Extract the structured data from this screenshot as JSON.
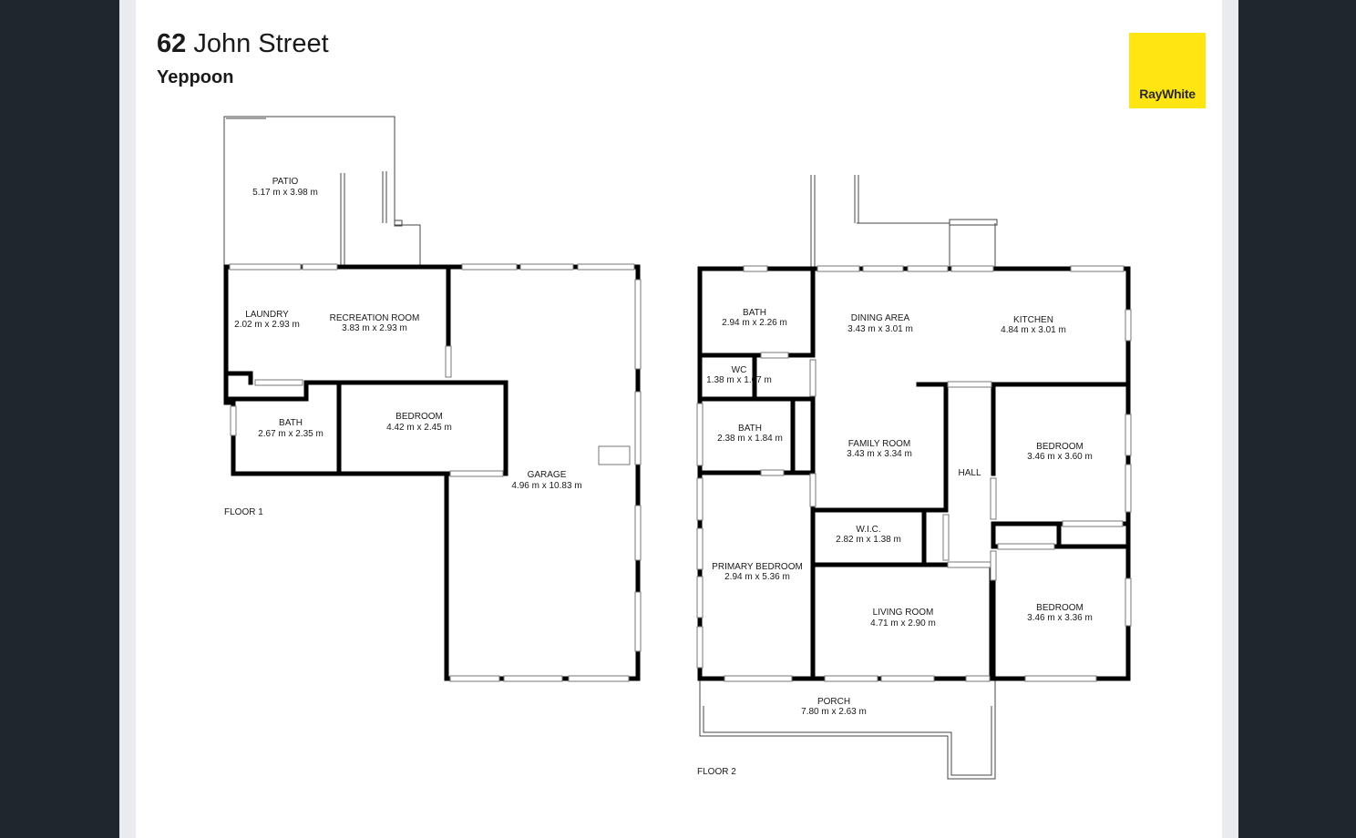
{
  "header": {
    "number": "62",
    "street": "John Street",
    "suburb": "Yeppoon"
  },
  "logo": {
    "text": "RayWhite",
    "color": "#ffe512"
  },
  "floor1": {
    "label": "FLOOR 1",
    "rooms": {
      "patio": {
        "name": "PATIO",
        "size": "5.17 m x 3.98 m"
      },
      "laundry": {
        "name": "LAUNDRY",
        "size": "2.02 m x 2.93 m"
      },
      "recreation": {
        "name": "RECREATION ROOM",
        "size": "3.83 m x 2.93 m"
      },
      "bath": {
        "name": "BATH",
        "size": "2.67 m x 2.35 m"
      },
      "bedroom": {
        "name": "BEDROOM",
        "size": "4.42 m x 2.45 m"
      },
      "garage": {
        "name": "GARAGE",
        "size": "4.96 m x 10.83 m"
      }
    }
  },
  "floor2": {
    "label": "FLOOR 2",
    "rooms": {
      "bath1": {
        "name": "BATH",
        "size": "2.94 m x 2.26 m"
      },
      "dining": {
        "name": "DINING AREA",
        "size": "3.43 m x 3.01 m"
      },
      "kitchen": {
        "name": "KITCHEN",
        "size": "4.84 m x 3.01 m"
      },
      "wc": {
        "name": "WC",
        "size": "1.38 m x 1.07 m"
      },
      "bath2": {
        "name": "BATH",
        "size": "2.38 m x 1.84 m"
      },
      "family": {
        "name": "FAMILY ROOM",
        "size": "3.43 m x 3.34 m"
      },
      "hall": {
        "name": "HALL"
      },
      "bedroom1": {
        "name": "BEDROOM",
        "size": "3.46 m x 3.60 m"
      },
      "wic": {
        "name": "W.I.C.",
        "size": "2.82 m x 1.38 m"
      },
      "primary": {
        "name": "PRIMARY BEDROOM",
        "size": "2.94 m x 5.36 m"
      },
      "living": {
        "name": "LIVING ROOM",
        "size": "4.71 m x 2.90 m"
      },
      "bedroom2": {
        "name": "BEDROOM",
        "size": "3.46 m x 3.36 m"
      },
      "porch": {
        "name": "PORCH",
        "size": "7.80 m x 2.63 m"
      }
    }
  }
}
